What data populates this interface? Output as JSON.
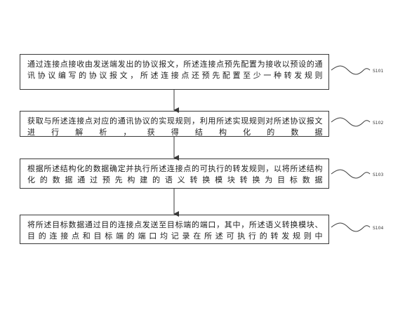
{
  "steps": [
    {
      "id": "S101",
      "text": "通过连接点接收由发送端发出的协议报文，所述连接点预先配置为接收以预设的通讯协议编写的协议报文，所述连接点还预先配置至少一种转发规则"
    },
    {
      "id": "S102",
      "text": "获取与所述连接点对应的通讯协议的实现规则，利用所述实现规则对所述协议报文进行解析，获得结构化的数据"
    },
    {
      "id": "S103",
      "text": "根据所述结构化的数据确定并执行所述连接点的可执行的转发规则，以将所述结构化的数据通过预先构建的语义转换模块转换为目标数据"
    },
    {
      "id": "S104",
      "text": "将所述目标数据通过目的连接点发送至目标端的端口，其中，所述语义转换模块、目的连接点和目标端的端口均记录在所述可执行的转发规则中"
    }
  ],
  "colors": {
    "border": "#3a3a3a",
    "text": "#222222",
    "arrow": "#3a3a3a"
  }
}
